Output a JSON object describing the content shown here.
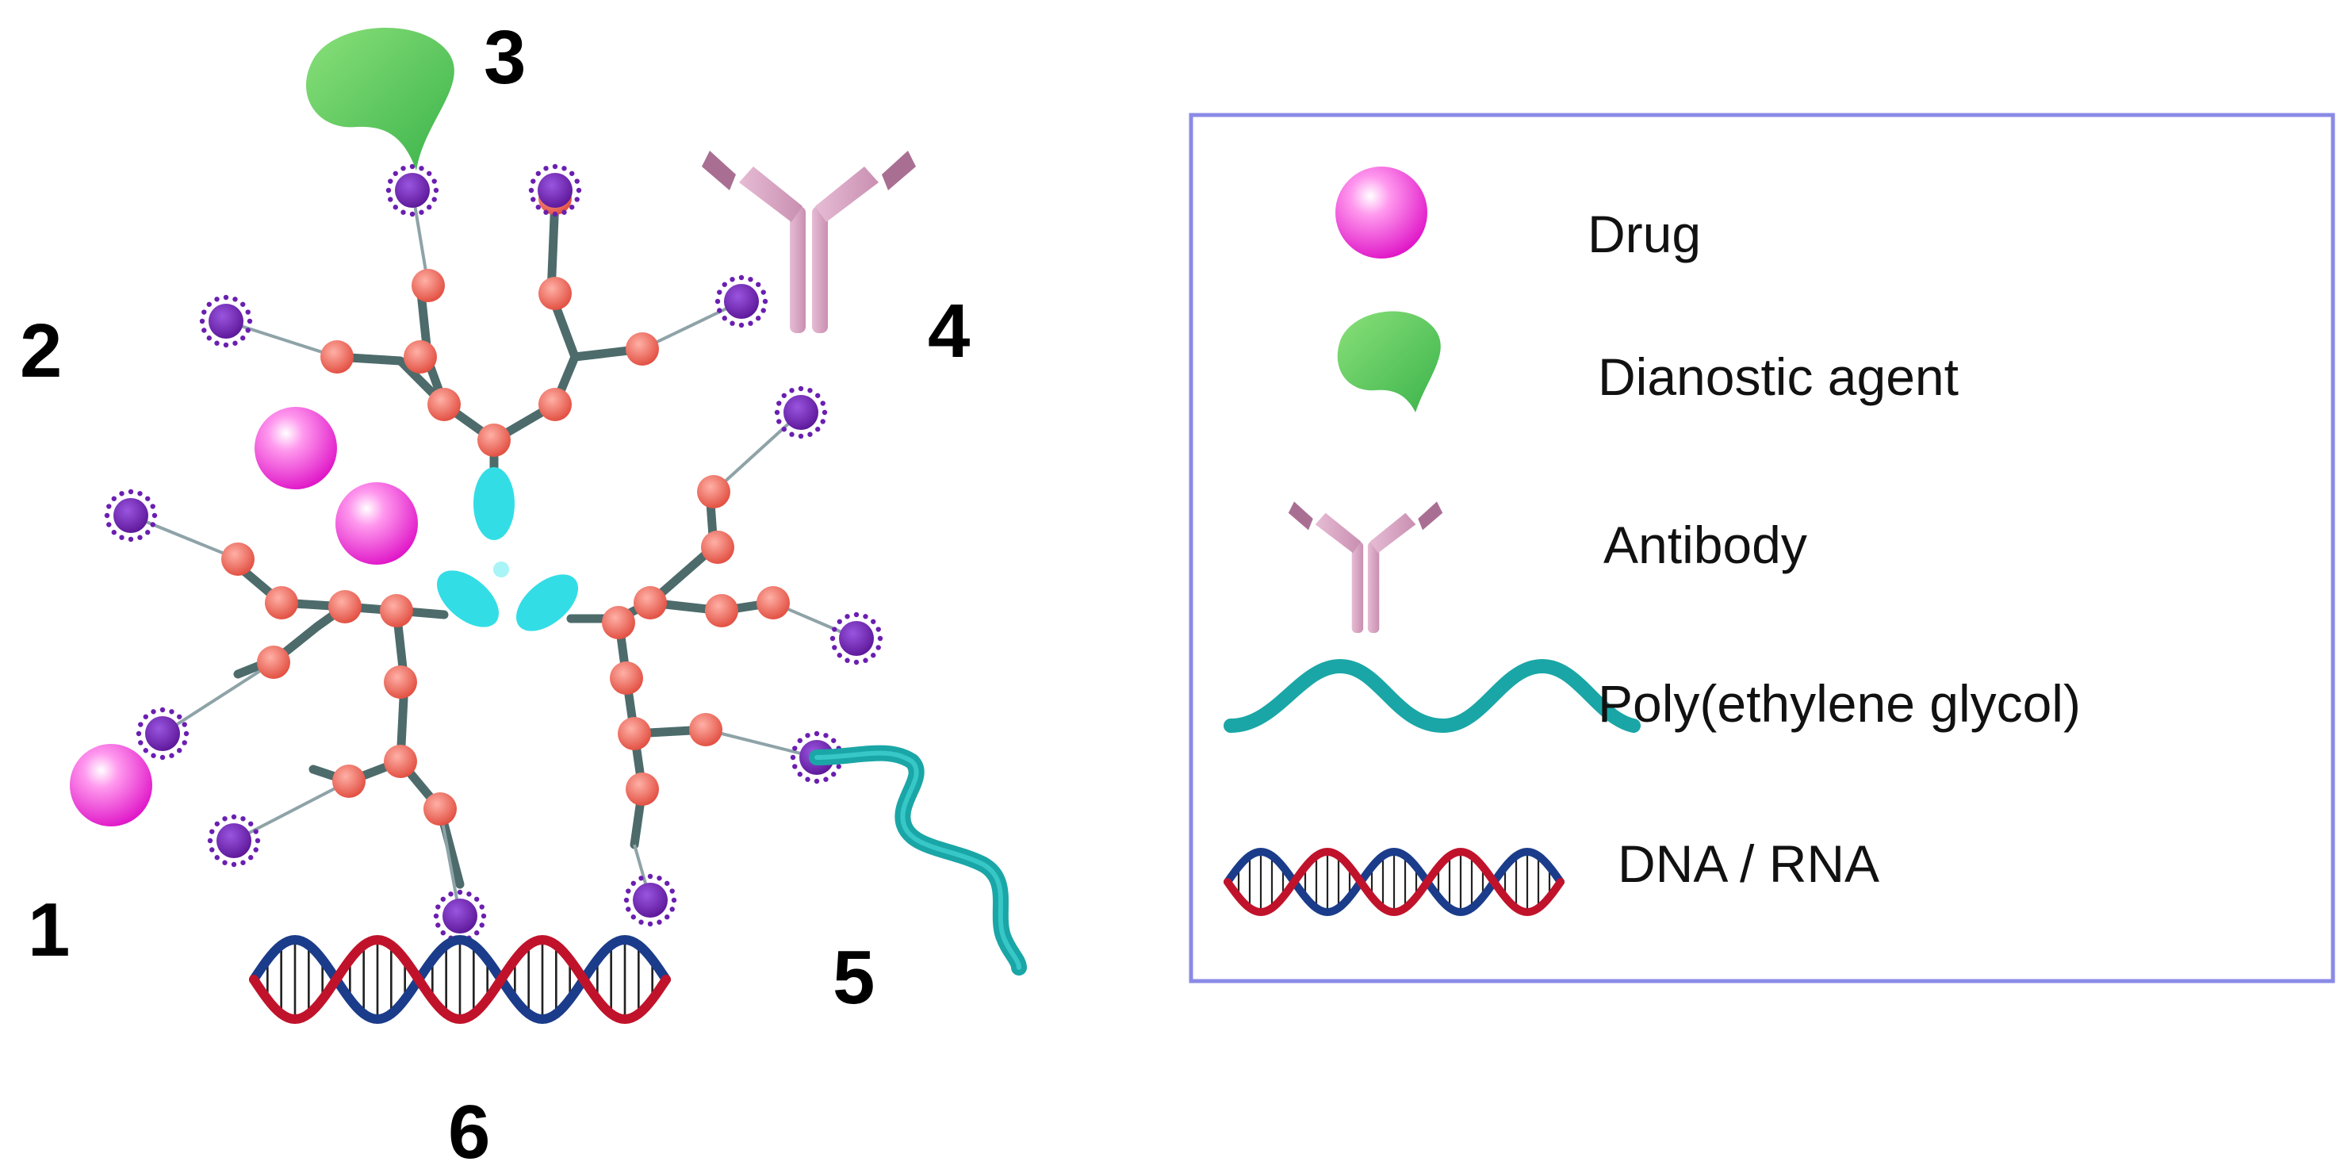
{
  "numbers": {
    "n1": "1",
    "n2": "2",
    "n3": "3",
    "n4": "4",
    "n5": "5",
    "n6": "6"
  },
  "legend": {
    "items": [
      {
        "icon": "drug-sphere-icon",
        "label": "Drug"
      },
      {
        "icon": "diagnostic-agent-icon",
        "label": "Dianostic agent"
      },
      {
        "icon": "antibody-icon",
        "label": "Antibody"
      },
      {
        "icon": "peg-wave-icon",
        "label": "Poly(ethylene glycol)"
      },
      {
        "icon": "dna-helix-icon",
        "label": "DNA / RNA"
      }
    ]
  },
  "colors": {
    "drug": "#ff33dd",
    "diagnostic_agent": "#55cc55",
    "antibody": "#d9a9c4",
    "peg": "#1aa6a6",
    "dna_red": "#c0132b",
    "dna_blue": "#1b3c8a",
    "terminal_group": "#6a1fb0",
    "branch_node": "#f26a5c",
    "core": "#33dde6",
    "bond": "#4d6b6b",
    "legend_border": "#8a8ae6"
  }
}
